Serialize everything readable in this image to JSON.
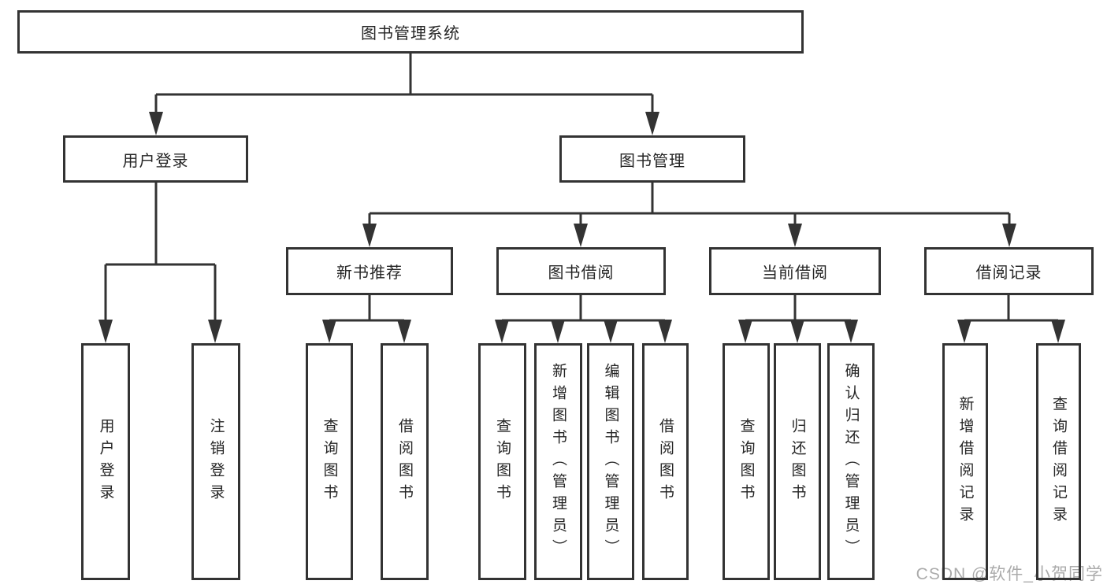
{
  "diagram": {
    "title": "图书管理系统",
    "branches": [
      {
        "label": "用户登录",
        "children": [
          "用户登录",
          "注销登录"
        ]
      },
      {
        "label": "图书管理",
        "children": [
          {
            "label": "新书推荐",
            "children": [
              "查询图书",
              "借阅图书"
            ]
          },
          {
            "label": "图书借阅",
            "children": [
              "查询图书",
              "新增图书（管理员）",
              "编辑图书（管理员）",
              "借阅图书"
            ]
          },
          {
            "label": "当前借阅",
            "children": [
              "查询图书",
              "归还图书",
              "确认归还（管理员）"
            ]
          },
          {
            "label": "借阅记录",
            "children": [
              "新增借阅记录",
              "查询借阅记录"
            ]
          }
        ]
      }
    ]
  },
  "colors": {
    "line": "#333333",
    "text": "#252525",
    "watermark": "#ababab",
    "background": "#ffffff"
  },
  "watermark": "CSDN @软件_小贺同学"
}
